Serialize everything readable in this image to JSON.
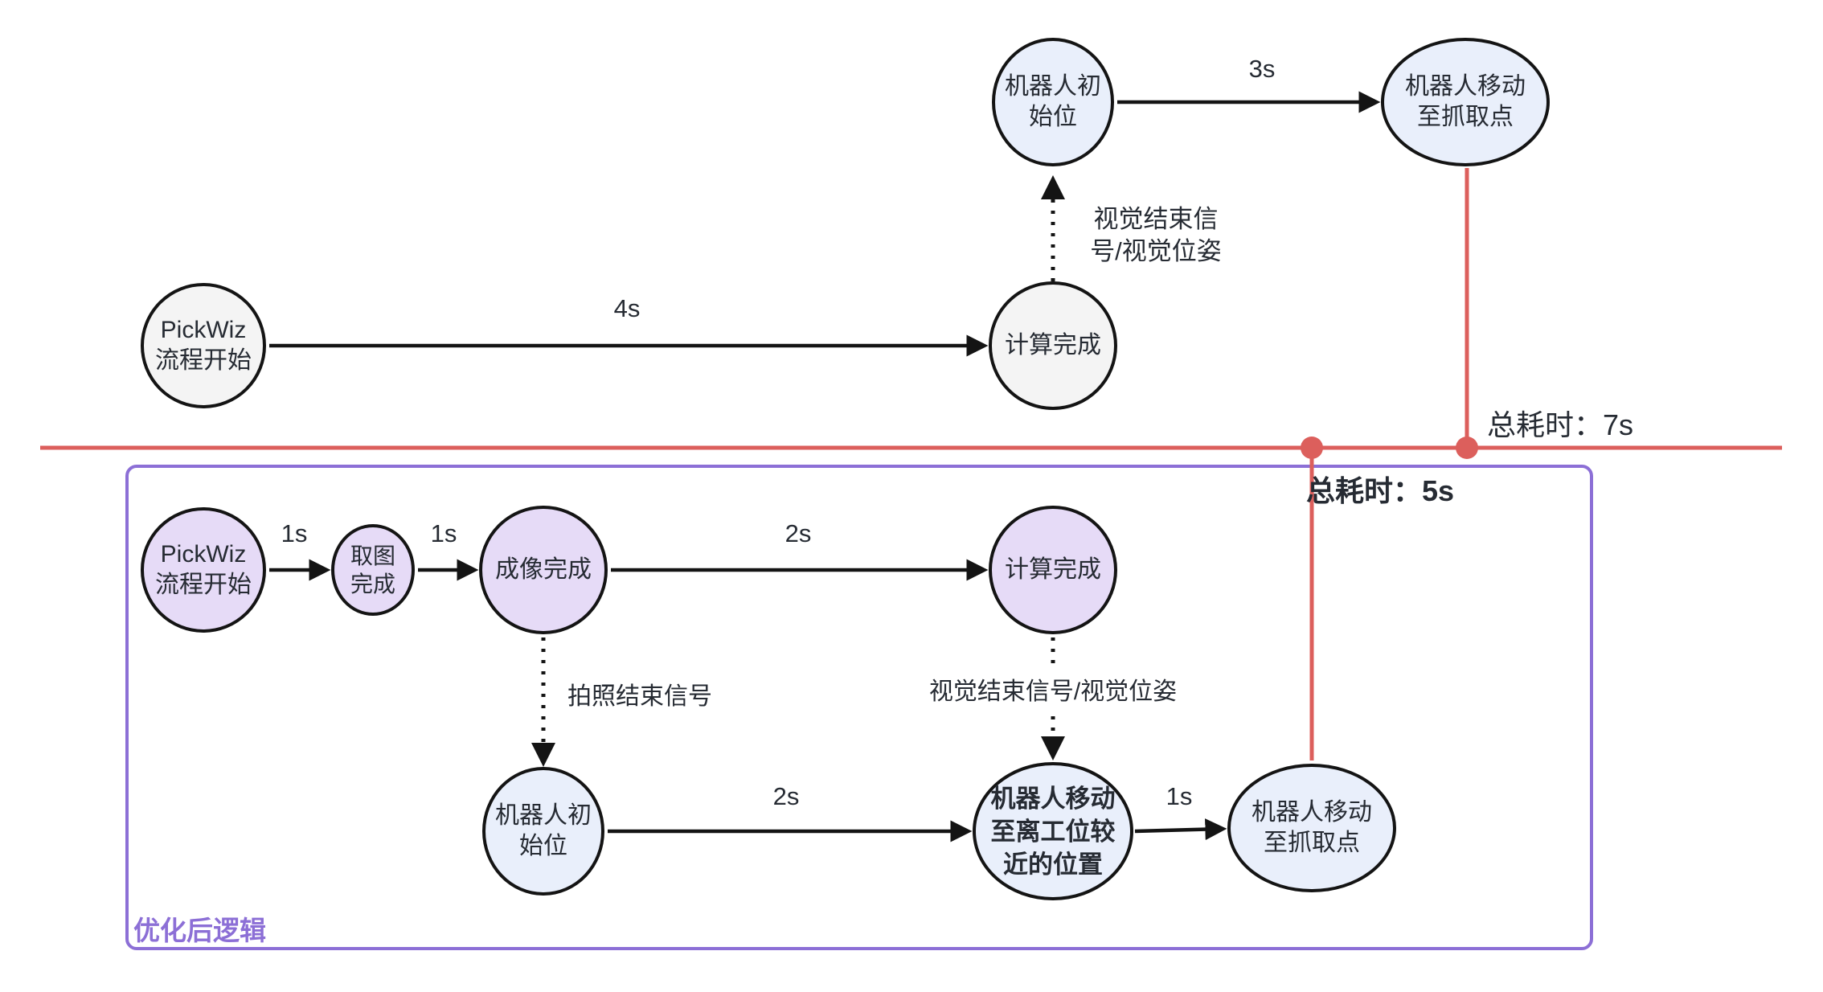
{
  "diagram": {
    "top_flow": {
      "nodes": {
        "start": {
          "lines": [
            "PickWiz",
            "流程开始"
          ]
        },
        "calc": {
          "label": "计算完成"
        },
        "robot_init": {
          "lines": [
            "机器人初",
            "始位"
          ]
        },
        "robot_grab": {
          "lines": [
            "机器人移动",
            "至抓取点"
          ]
        }
      },
      "edges": {
        "start_calc": {
          "label": "4s"
        },
        "calc_robot_init": {
          "lines": [
            "视觉结束信",
            "号/视觉位姿"
          ]
        },
        "robot_init_grab": {
          "label": "3s"
        }
      },
      "total_label": "总耗时：7s"
    },
    "bottom_flow": {
      "box_label": "优化后逻辑",
      "total_label": "总耗时：5s",
      "nodes": {
        "start": {
          "lines": [
            "PickWiz",
            "流程开始"
          ]
        },
        "capture": {
          "lines": [
            "取图",
            "完成"
          ]
        },
        "imaging": {
          "label": "成像完成"
        },
        "calc": {
          "label": "计算完成"
        },
        "robot_init": {
          "lines": [
            "机器人初",
            "始位"
          ]
        },
        "robot_near": {
          "lines": [
            "机器人移动",
            "至离工位较",
            "近的位置"
          ]
        },
        "robot_grab": {
          "lines": [
            "机器人移动",
            "至抓取点"
          ]
        }
      },
      "edges": {
        "start_capture": {
          "label": "1s"
        },
        "capture_imaging": {
          "label": "1s"
        },
        "imaging_calc": {
          "label": "2s"
        },
        "imaging_robot_init": {
          "label": "拍照结束信号"
        },
        "calc_robot_near": {
          "label": "视觉结束信号/视觉位姿"
        },
        "robot_init_near": {
          "label": "2s"
        },
        "near_grab": {
          "label": "1s"
        }
      }
    },
    "colors": {
      "gray_node": "#f4f4f4",
      "blue_node": "#e9effb",
      "purple_node": "#e6dbf7",
      "node_border": "#141414",
      "edge": "#141414",
      "red": "#dc5f5c",
      "purple_box": "#8c6fd6",
      "text": "#262b33"
    }
  }
}
